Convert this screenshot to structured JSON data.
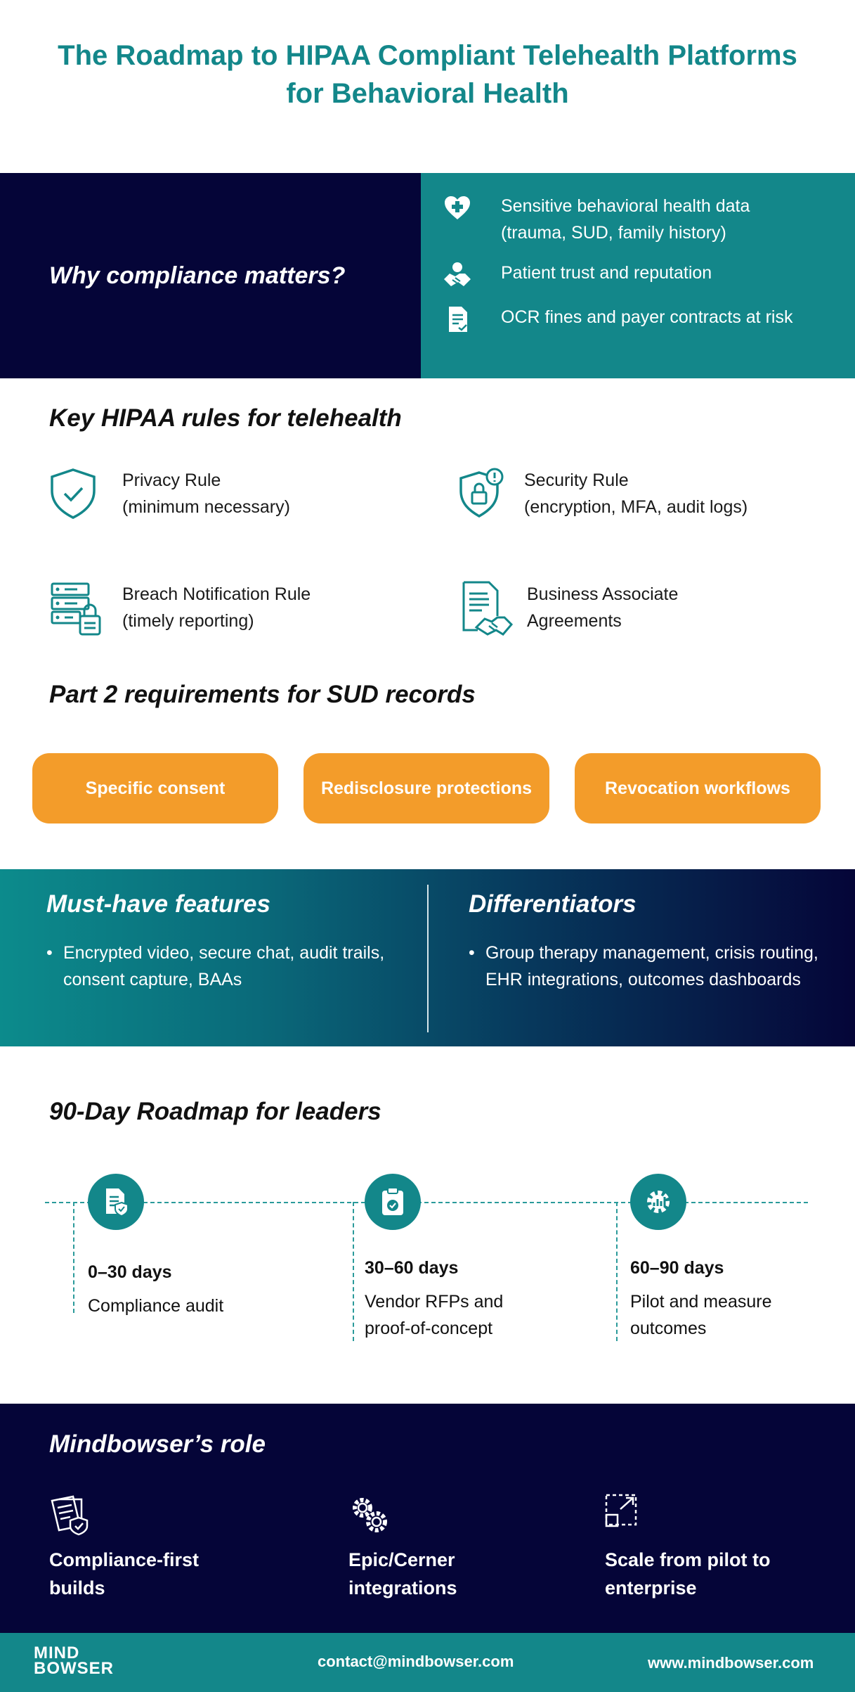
{
  "title": {
    "line1": "The Roadmap to HIPAA Compliant Telehealth Platforms",
    "line2": "for Behavioral Health"
  },
  "why": {
    "heading": "Why compliance matters?",
    "items": [
      {
        "icon": "heart-plus-icon",
        "text": "Sensitive behavioral health data\n(trauma, SUD, family history)"
      },
      {
        "icon": "handshake-trust-icon",
        "text": "Patient trust and reputation"
      },
      {
        "icon": "document-check-icon",
        "text": "OCR fines and payer contracts at risk"
      }
    ]
  },
  "rules": {
    "heading": "Key HIPAA rules for telehealth",
    "items": [
      {
        "icon": "shield-check-icon",
        "text": "Privacy Rule\n(minimum necessary)"
      },
      {
        "icon": "shield-lock-alert-icon",
        "text": "Security Rule\n(encryption, MFA, audit logs)"
      },
      {
        "icon": "server-lock-icon",
        "text": "Breach Notification Rule\n(timely reporting)"
      },
      {
        "icon": "document-handshake-icon",
        "text": "Business Associate\nAgreements"
      }
    ]
  },
  "part2": {
    "heading": "Part 2 requirements for SUD records",
    "pills": [
      "Specific consent",
      "Redisclosure protections",
      "Revocation workflows"
    ]
  },
  "features": {
    "must_heading": "Must-have features",
    "must_text": "Encrypted video, secure chat, audit trails, consent capture, BAAs",
    "diff_heading": "Differentiators",
    "diff_text": "Group therapy management, crisis routing, EHR integrations, outcomes dashboards"
  },
  "roadmap": {
    "heading": "90-Day Roadmap for leaders",
    "phases": [
      {
        "icon": "document-shield-icon",
        "days": "0–30 days",
        "desc": "Compliance audit"
      },
      {
        "icon": "clipboard-check-icon",
        "days": "30–60 days",
        "desc": "Vendor RFPs and\nproof-of-concept"
      },
      {
        "icon": "gear-chart-icon",
        "days": "60–90 days",
        "desc": "Pilot and measure\noutcomes"
      }
    ]
  },
  "role": {
    "heading": "Mindbowser’s role",
    "items": [
      {
        "icon": "documents-shield-icon",
        "text": "Compliance-first\nbuilds"
      },
      {
        "icon": "gears-icon",
        "text": "Epic/Cerner\nintegrations"
      },
      {
        "icon": "scale-arrows-icon",
        "text": "Scale from pilot to\nenterprise"
      }
    ]
  },
  "footer": {
    "logo_line1": "MIND",
    "logo_line2": "BOWSER",
    "email": "contact@mindbowser.com",
    "website": "www.mindbowser.com"
  },
  "colors": {
    "teal": "#13878a",
    "navy": "#050538",
    "orange": "#f39c2a"
  }
}
